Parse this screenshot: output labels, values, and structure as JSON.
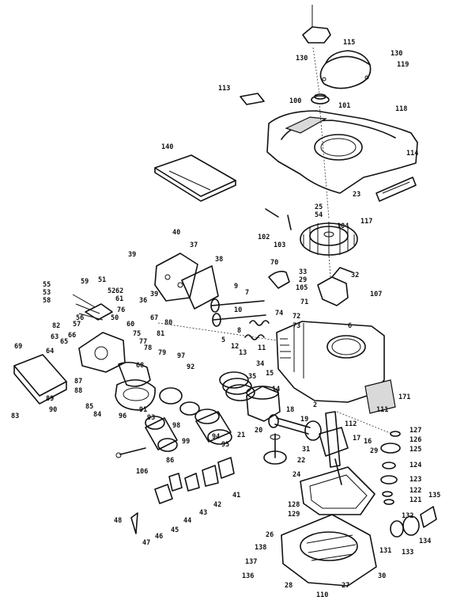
{
  "labels": {
    "l115": "115",
    "l130": "130",
    "l130b": "130",
    "l119": "119",
    "l113": "113",
    "l100": "100",
    "l101": "101",
    "l118": "118",
    "l140": "140",
    "l114": "114",
    "l23": "23",
    "l25": "25",
    "l54": "54",
    "l104": "104",
    "l117": "117",
    "l102": "102",
    "l103": "103",
    "l40": "40",
    "l37": "37",
    "l39": "39",
    "l38": "38",
    "l39b": "39",
    "l36": "36",
    "l10": "10",
    "l50": "50",
    "l76": "76",
    "l62": "62",
    "l107": "107",
    "l64": "64",
    "l63": "63",
    "l68": "68",
    "l6": "6",
    "l2": "2",
    "l171": "171",
    "l112": "112",
    "l127": "127",
    "l126": "126",
    "l125": "125",
    "l124": "124",
    "l123": "123",
    "l122": "122",
    "l121": "121",
    "l111": "111",
    "l17": "17",
    "l16": "16",
    "l29": "29",
    "l22": "22",
    "l24": "24",
    "l31": "31",
    "l106": "106",
    "l105": "105",
    "l86": "86",
    "l42": "42",
    "l43": "43",
    "l44": "44",
    "l45": "45",
    "l46": "46",
    "l47": "47",
    "l48": "48",
    "l41": "41",
    "l26": "26",
    "l27": "27",
    "l28": "28",
    "l30": "30",
    "l128": "128",
    "l129": "129",
    "l131": "131",
    "l132": "132",
    "l133": "133",
    "l134": "134",
    "l135": "135",
    "l136": "136",
    "l137": "137",
    "l138": "138",
    "l110": "110",
    "l69": "69",
    "l89": "89",
    "l90": "90",
    "l83": "83",
    "l84": "84",
    "l85": "85",
    "l80": "80",
    "l81": "81",
    "l82": "82",
    "l93": "93",
    "l96": "96",
    "l97": "97",
    "l98": "98",
    "l99": "99",
    "l91": "91",
    "l92": "92",
    "l87": "87",
    "l88": "88",
    "l70": "70",
    "l71": "71",
    "l72": "72",
    "l73": "73",
    "l74": "74",
    "l75": "75",
    "l77": "77",
    "l78": "78",
    "l79": "79",
    "l60": "60",
    "l61": "61",
    "l65": "65",
    "l66": "66",
    "l67": "67",
    "l5": "5",
    "l7": "7",
    "l8": "8",
    "l9": "9",
    "l11": "11",
    "l12": "12",
    "l13": "13",
    "l14": "14",
    "l15": "15",
    "l18": "18",
    "l19": "19",
    "l20": "20",
    "l21": "21",
    "l94": "94",
    "l95": "95",
    "l32": "32",
    "l33": "33",
    "l34": "34",
    "l35": "35",
    "l51": "51",
    "l52": "52",
    "l53": "53",
    "l55": "55",
    "l56": "56",
    "l57": "57",
    "l58": "58",
    "l59": "59"
  }
}
